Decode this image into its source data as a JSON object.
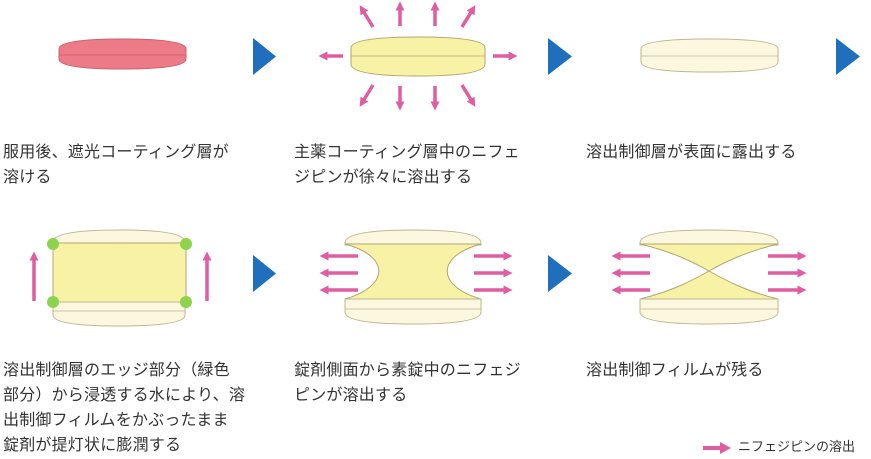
{
  "colors": {
    "tablet_coated": "#ec7b87",
    "tablet_coated_stroke": "#c9616e",
    "tablet_release": "#f7f2a6",
    "tablet_release_stroke": "#b3a670",
    "tablet_film": "#fcf8df",
    "tablet_film_stroke": "#bfb590",
    "release_arrow": "#e15ca0",
    "step_arrow": "#1f6fbd",
    "edge_marker": "#8ed34e",
    "caption_text": "#333333"
  },
  "steps": [
    {
      "id": "step-1",
      "caption": "服用後、遮光コーティング層が\n溶ける",
      "illustration": "coated-tablet"
    },
    {
      "id": "step-2",
      "caption": "主薬コーティング層中のニフェ\nジピンが徐々に溶出する",
      "illustration": "tablet-radial-release"
    },
    {
      "id": "step-3",
      "caption": "溶出制御層が表面に露出する",
      "illustration": "exposed-control-layer"
    },
    {
      "id": "step-4",
      "caption": "溶出制御層のエッジ部分（緑色\n部分）から浸透する水により、溶\n出制御フィルムをかぶったまま\n錠剤が提灯状に膨潤する",
      "illustration": "lantern-swelling"
    },
    {
      "id": "step-5",
      "caption": "錠剤側面から素錠中のニフェジ\nピンが溶出する",
      "illustration": "side-release"
    },
    {
      "id": "step-6",
      "caption": "溶出制御フィルムが残る",
      "illustration": "remaining-film"
    }
  ],
  "legend": {
    "label": "ニフェジピンの溶出",
    "icon": "pink-right-arrow-icon"
  }
}
